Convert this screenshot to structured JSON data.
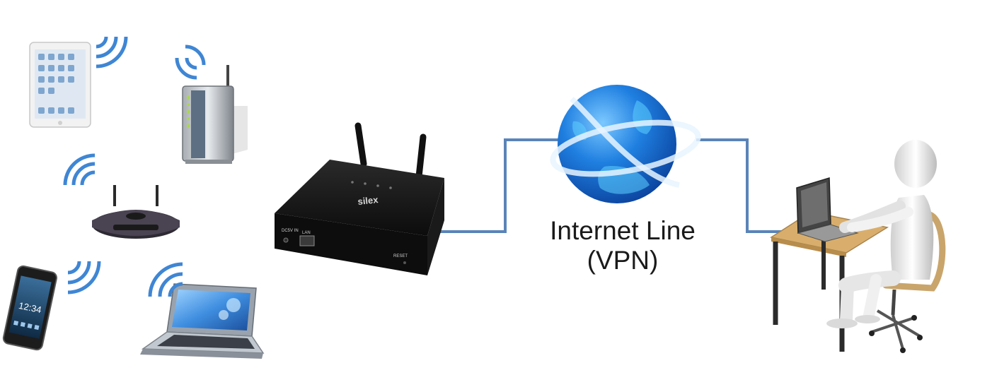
{
  "diagram": {
    "connection_label": {
      "line1": "Internet Line",
      "line2": "(VPN)"
    },
    "device_brand": "silex",
    "port_labels": {
      "power": "DC5V IN",
      "lan": "LAN",
      "reset": "RESET"
    },
    "phone_time": "12:34",
    "colors": {
      "wifi_waves": "#3f86d4",
      "cable": "#5a84b8",
      "globe": "#1f7fe0",
      "device_body": "#141414"
    }
  }
}
